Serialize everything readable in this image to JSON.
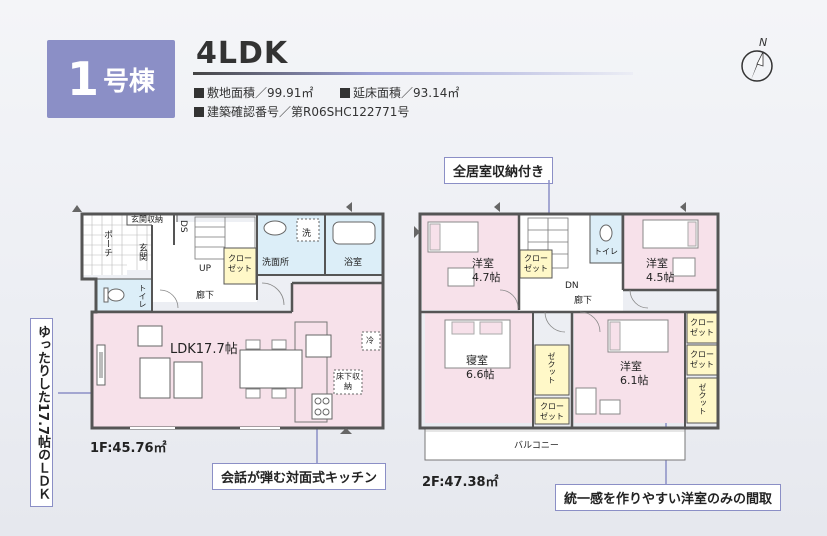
{
  "building": {
    "number": "1",
    "unit": "号棟"
  },
  "plan_type": "4LDK",
  "specs": {
    "site_area": "敷地面積／99.91㎡",
    "floor_area": "延床面積／93.14㎡",
    "permit": "建築確認番号／第R06SHC122771号"
  },
  "callouts": {
    "storage": "全居室収納付き",
    "kitchen": "会話が弾む対面式キッチン",
    "western": "統一感を作りやすい洋室のみの間取",
    "ldk_vertical": "ゆったりした17.7帖のＬＤＫ"
  },
  "floors": {
    "first_area": "1F:45.76㎡",
    "second_area": "2F:47.38㎡"
  },
  "rooms1f": {
    "genkan_storage": "玄関収納",
    "porch": "ポーチ",
    "genkan": "玄関",
    "ds": "DS",
    "up": "UP",
    "closet": "クローゼット",
    "washroom": "洗面所",
    "washer": "洗",
    "bath": "浴室",
    "hall": "廊下",
    "toilet": "トイレ",
    "ldk": "LDK17.7帖",
    "fridge": "冷",
    "floor_storage": "床下収納"
  },
  "rooms2f": {
    "western1": "洋室",
    "western1_size": "4.7帖",
    "closet_a": "クローゼット",
    "dn": "DN",
    "hall": "廊下",
    "toilet": "トイレ",
    "western2": "洋室",
    "western2_size": "4.5帖",
    "master": "寝室",
    "master_size": "6.6帖",
    "walkin_a": "ゼクット",
    "closet_b": "クローゼット",
    "western3": "洋室",
    "western3_size": "6.1帖",
    "closet_c": "クローゼット",
    "closet_d": "クローゼット",
    "walkin_b": "ゼクット",
    "balcony": "バルコニー"
  },
  "compass": {
    "north": "N"
  },
  "colors": {
    "accent": "#8b8fc6",
    "room_pink": "#f7e1ea",
    "wet_blue": "#dceef8",
    "wall": "#555555"
  }
}
